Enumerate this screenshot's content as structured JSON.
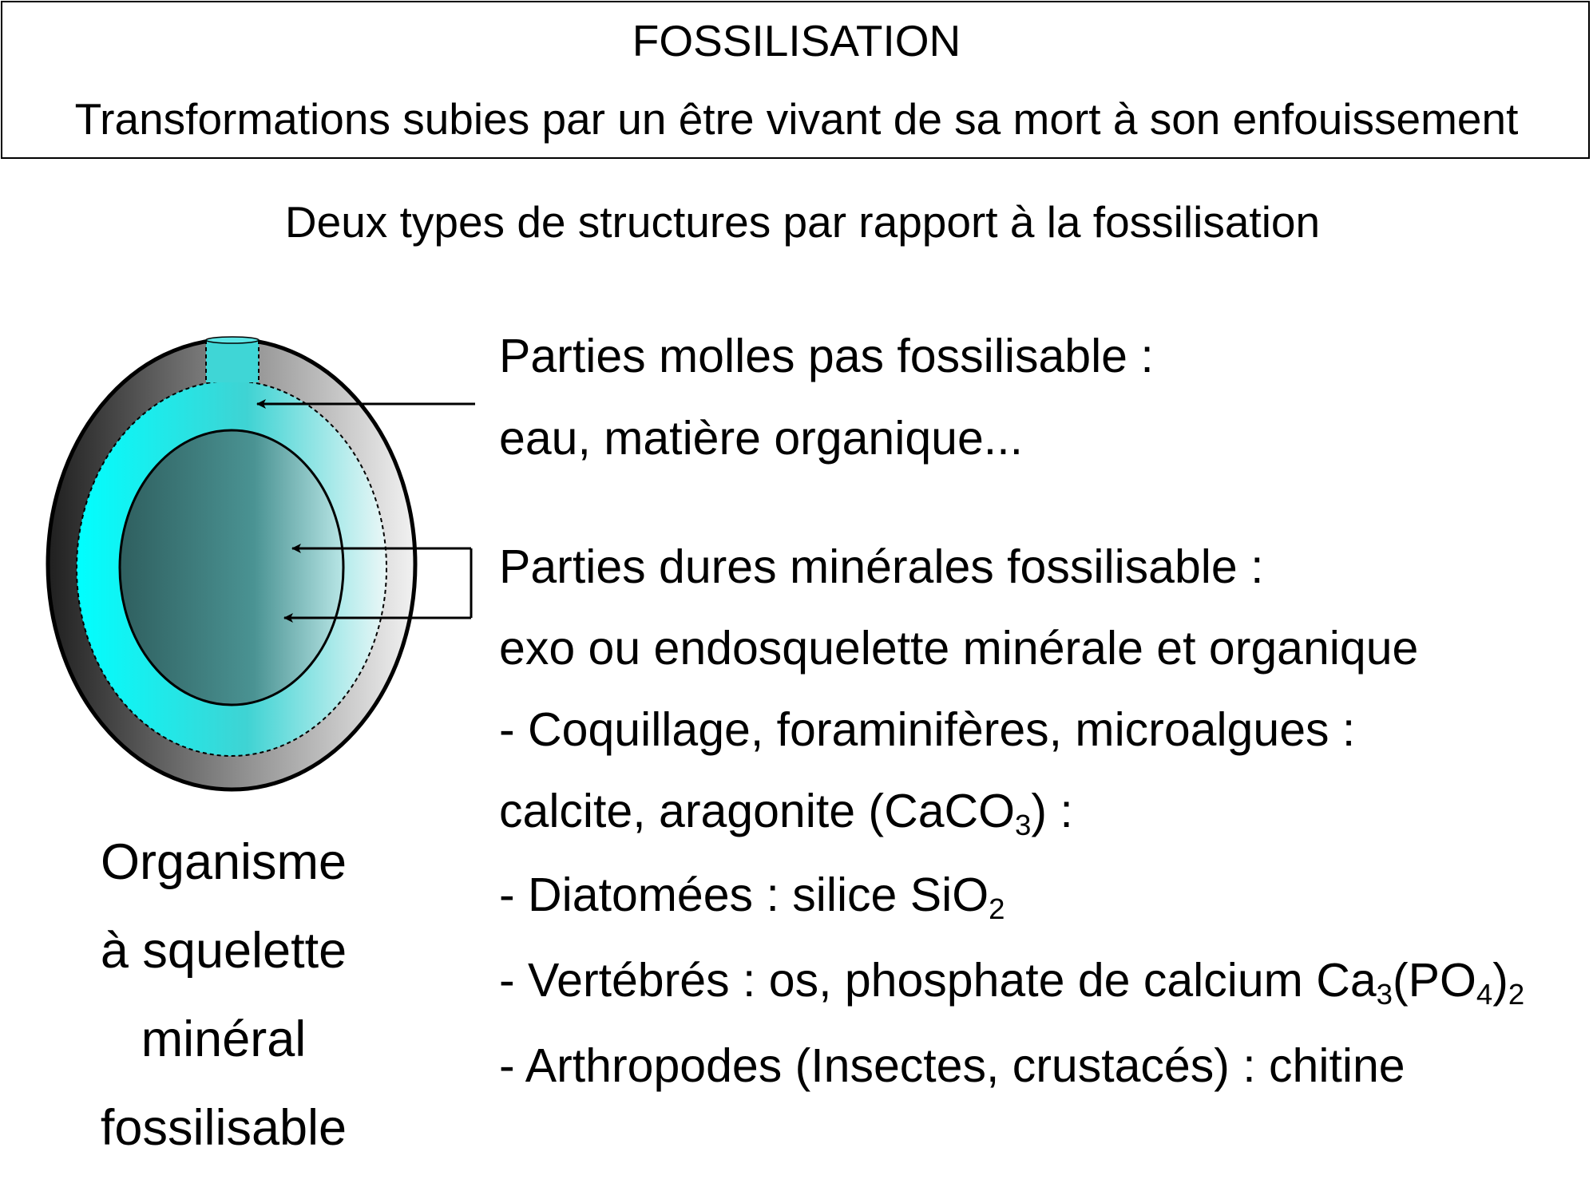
{
  "header": {
    "title": "FOSSILISATION",
    "subtitle": "Transformations subies par un être vivant de sa mort à son enfouissement"
  },
  "section_title": "Deux types de structures par rapport à la fossilisation",
  "soft_parts": {
    "heading": "Parties molles pas fossilisable :",
    "detail": "eau, matière organique..."
  },
  "hard_parts": {
    "heading": "Parties dures minérales fossilisable :",
    "detail": "exo ou endosquelette minérale et organique",
    "item_shells": "- Coquillage, foraminifères, microalgues :",
    "item_shells_mineral_prefix": "calcite, aragonite (CaCO",
    "item_shells_mineral_sub": "3",
    "item_shells_mineral_suffix": ") :",
    "item_diatoms_prefix": "- Diatomées : silice SiO",
    "item_diatoms_sub": "2",
    "item_vertebrates_prefix": "- Vertébrés : os, phosphate de calcium Ca",
    "item_vertebrates_sub1": "3",
    "item_vertebrates_mid": "(PO",
    "item_vertebrates_sub2": "4",
    "item_vertebrates_close": ")",
    "item_vertebrates_sub3": "2",
    "item_arthropods": "- Arthropodes (Insectes, crustacés) : chitine"
  },
  "organism_caption": {
    "line1": "Organisme",
    "line2": "à squelette",
    "line3": "minéral",
    "line4": "fossilisable"
  },
  "colors": {
    "shell_dark": "#1f1f1f",
    "shell_light": "#f2f2f2",
    "soft_cyan": "#00ffff",
    "soft_light": "#eaf7f7",
    "core_dark": "#2f5f5f",
    "core_teal": "#4a9393",
    "core_light": "#b8e6e6"
  }
}
